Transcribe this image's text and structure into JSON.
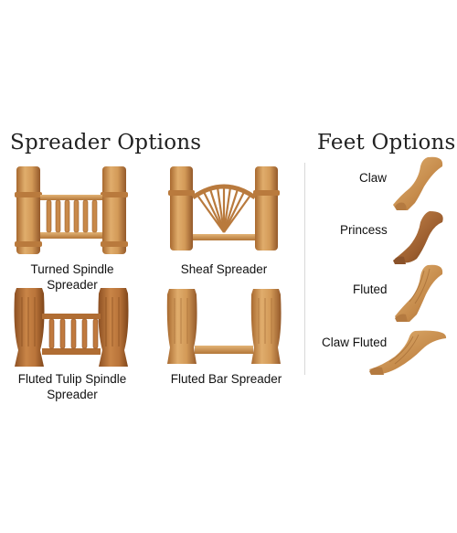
{
  "spreader_section": {
    "title": "Spreader Options",
    "items": [
      {
        "label": "Turned Spindle Spreader"
      },
      {
        "label": "Sheaf Spreader"
      },
      {
        "label": "Fluted Tulip Spindle Spreader"
      },
      {
        "label": "Fluted Bar Spreader"
      }
    ]
  },
  "feet_section": {
    "title": "Feet Options",
    "items": [
      {
        "label": "Claw"
      },
      {
        "label": "Princess"
      },
      {
        "label": "Fluted"
      },
      {
        "label": "Claw Fluted"
      }
    ]
  },
  "colors": {
    "wood_light": "#d9a463",
    "wood_mid": "#c48748",
    "wood_dark": "#9a5f2c",
    "text": "#1a1a1a"
  }
}
